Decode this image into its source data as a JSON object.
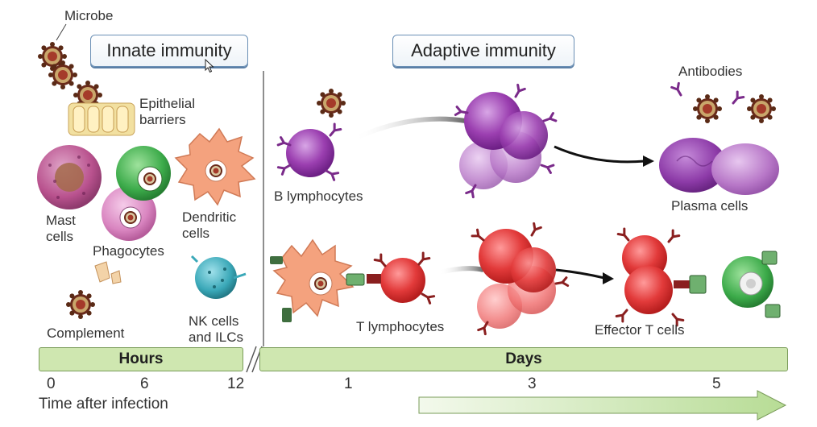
{
  "headers": {
    "innate": "Innate immunity",
    "adaptive": "Adaptive immunity"
  },
  "labels": {
    "microbe": "Microbe",
    "epithelial_1": "Epithelial",
    "epithelial_2": "barriers",
    "mast_1": "Mast",
    "mast_2": "cells",
    "phagocytes": "Phagocytes",
    "dendritic_1": "Dendritic",
    "dendritic_2": "cells",
    "complement": "Complement",
    "nk_1": "NK cells",
    "nk_2": "and ILCs",
    "b_lymphocytes": "B lymphocytes",
    "antibodies": "Antibodies",
    "plasma_cells": "Plasma cells",
    "t_lymphocytes": "T lymphocytes",
    "effector_t_cells": "Effector T cells"
  },
  "timeline": {
    "hours_label": "Hours",
    "days_label": "Days",
    "ticks": [
      "0",
      "6",
      "12",
      "1",
      "3",
      "5"
    ],
    "axis_title": "Time after infection"
  },
  "colors": {
    "header_border": "#6a8fb5",
    "bar_fill": "#cfe7b0",
    "bar_border": "#7a9c5a",
    "b_cell": "#9b3fb0",
    "t_cell": "#e23a3a",
    "dendritic": "#f4a27e",
    "nk_cell": "#3aa8b8",
    "phagocyte_green": "#3cab4a",
    "microbe": "#a53a2a"
  }
}
